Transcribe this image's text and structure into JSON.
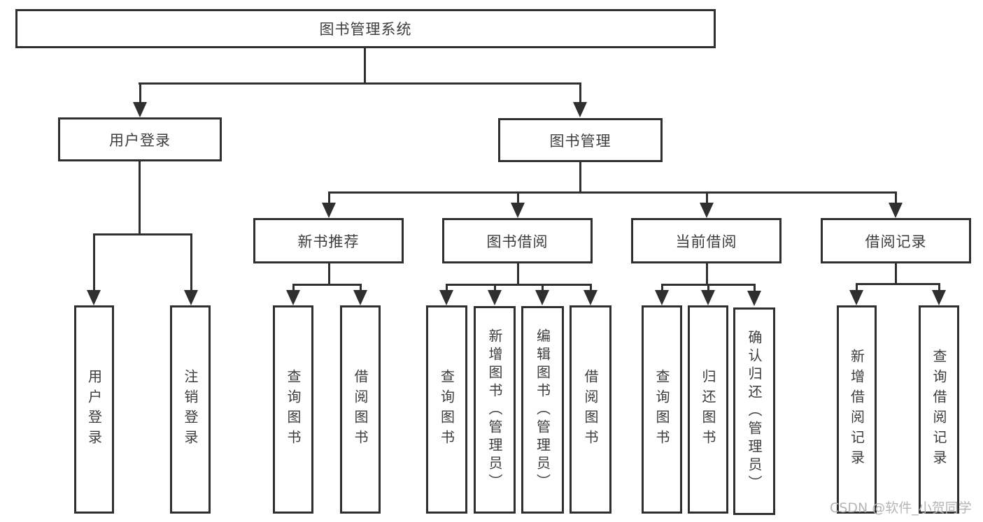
{
  "diagram": {
    "title_node": "图书管理系统",
    "level2": {
      "user_login": "用户登录",
      "book_mgmt": "图书管理"
    },
    "level3": {
      "new_book_rec": "新书推荐",
      "book_borrow": "图书借阅",
      "current_borrow": "当前借阅",
      "borrow_records": "借阅记录"
    },
    "leaves": {
      "user_login_leaf": "用户登录",
      "logout": "注销登录",
      "nb_query_books": "查询图书",
      "nb_borrow_books": "借阅图书",
      "bb_query_books": "查询图书",
      "bb_add_books": "新增图书（管理员）",
      "bb_edit_books": "编辑图书（管理员）",
      "bb_borrow_books": "借阅图书",
      "cb_query_books": "查询图书",
      "cb_return_books": "归还图书",
      "cb_confirm_return": "确认归还（管理员）",
      "br_add_record": "新增借阅记录",
      "br_query_record": "查询借阅记录"
    },
    "colors": {
      "line": "#2f2f2f",
      "text": "#3d3d3d",
      "watermark": "#b5b5b5",
      "background": "#ffffff"
    }
  },
  "watermark": {
    "text": "CSDN @软件_小贺同学"
  }
}
